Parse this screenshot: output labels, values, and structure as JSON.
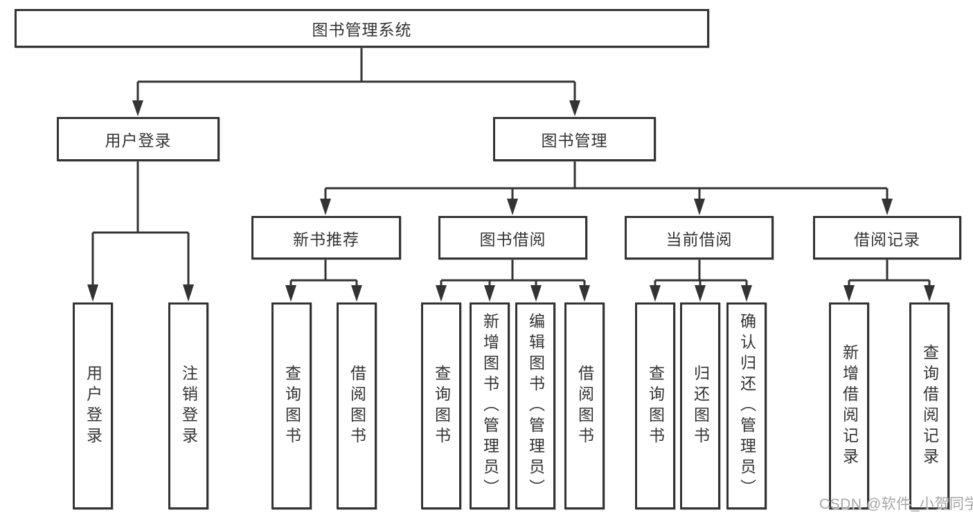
{
  "diagram": {
    "title": "图书管理系统",
    "line_color": "#333333",
    "background_color": "#ffffff",
    "watermark": "CSDN @软件_小贺同学",
    "nodes": {
      "root": "图书管理系统",
      "user_login": "用户登录",
      "book_mgmt": "图书管理",
      "new_book_rec": "新书推荐",
      "book_borrow": "图书借阅",
      "current_borrow": "当前借阅",
      "borrow_record": "借阅记录",
      "leaf_user_login": "用户登录",
      "leaf_logout": "注销登录",
      "leaf_nb_query": "查询图书",
      "leaf_nb_borrow": "借阅图书",
      "leaf_bb_query": "查询图书",
      "leaf_bb_add": "新增图书（管理员）",
      "leaf_bb_edit": "编辑图书（管理员）",
      "leaf_bb_borrow": "借阅图书",
      "leaf_cb_query": "查询图书",
      "leaf_cb_return": "归还图书",
      "leaf_cb_confirm": "确认归还（管理员）",
      "leaf_br_add": "新增借阅记录",
      "leaf_br_query": "查询借阅记录"
    },
    "hierarchy": {
      "图书管理系统": {
        "用户登录": [
          "用户登录",
          "注销登录"
        ],
        "图书管理": {
          "新书推荐": [
            "查询图书",
            "借阅图书"
          ],
          "图书借阅": [
            "查询图书",
            "新增图书（管理员）",
            "编辑图书（管理员）",
            "借阅图书"
          ],
          "当前借阅": [
            "查询图书",
            "归还图书",
            "确认归还（管理员）"
          ],
          "借阅记录": [
            "新增借阅记录",
            "查询借阅记录"
          ]
        }
      }
    }
  }
}
